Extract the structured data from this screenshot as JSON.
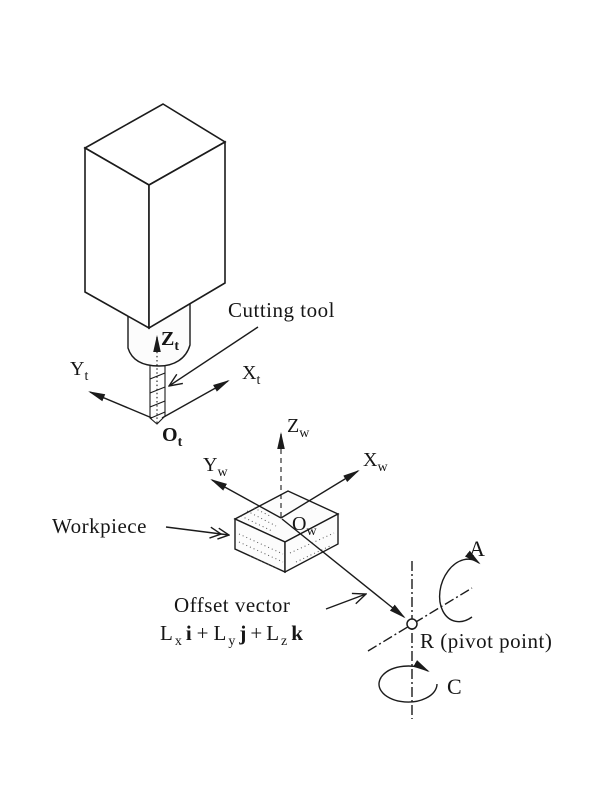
{
  "figure": {
    "background": "#ffffff",
    "ink": "#1b1b1b",
    "labels": {
      "cutting_tool": "Cutting tool",
      "workpiece": "Workpiece",
      "offset_vector": "Offset vector",
      "pivot_point": "R (pivot point)",
      "rotation_a": "A",
      "rotation_c": "C"
    },
    "tool_frame": {
      "z_main": "Z",
      "z_sub": "t",
      "y_main": "Y",
      "y_sub": "t",
      "x_main": "X",
      "x_sub": "t",
      "origin_main": "O",
      "origin_sub": "t"
    },
    "workpiece_frame": {
      "z_main": "Z",
      "z_sub": "w",
      "y_main": "Y",
      "y_sub": "w",
      "x_main": "X",
      "x_sub": "w",
      "origin_main": "O",
      "origin_sub": "w"
    },
    "offset_formula": {
      "l1": "L",
      "s1": "x",
      "v1": "i",
      "p1": "+",
      "l2": "L",
      "s2": "y",
      "v2": "j",
      "p2": "+",
      "l3": "L",
      "s3": "z",
      "v3": "k"
    }
  }
}
